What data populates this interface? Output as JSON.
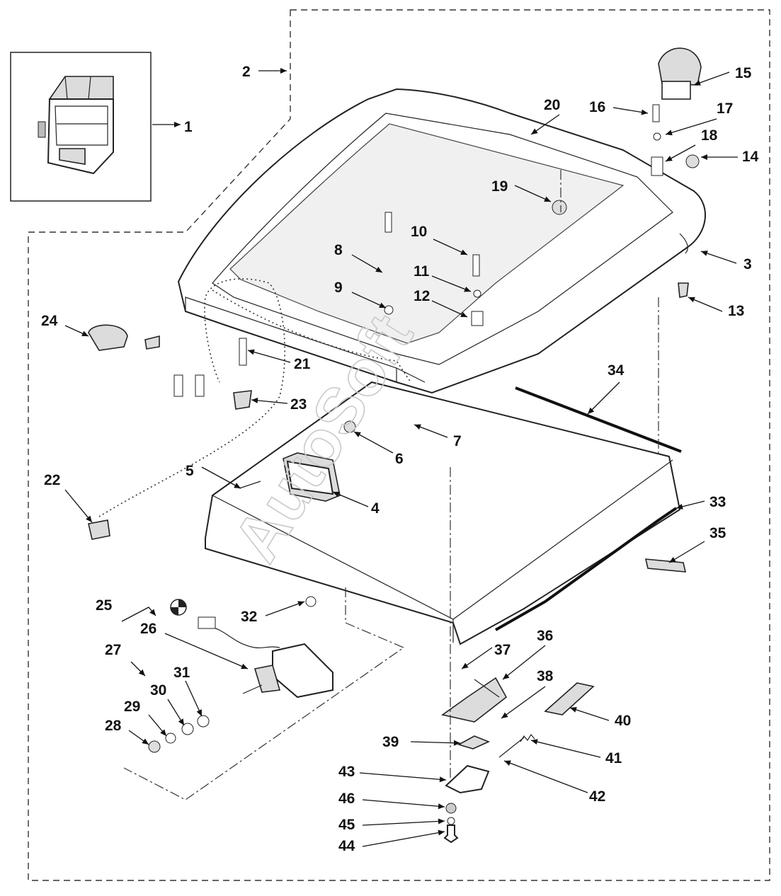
{
  "watermark": "AutoSoft",
  "callouts": [
    {
      "id": "c1",
      "label": "1"
    },
    {
      "id": "c2",
      "label": "2"
    },
    {
      "id": "c3",
      "label": "3"
    },
    {
      "id": "c4",
      "label": "4"
    },
    {
      "id": "c5",
      "label": "5"
    },
    {
      "id": "c6",
      "label": "6"
    },
    {
      "id": "c7",
      "label": "7"
    },
    {
      "id": "c8",
      "label": "8"
    },
    {
      "id": "c9",
      "label": "9"
    },
    {
      "id": "c10",
      "label": "10"
    },
    {
      "id": "c11",
      "label": "11"
    },
    {
      "id": "c12",
      "label": "12"
    },
    {
      "id": "c13",
      "label": "13"
    },
    {
      "id": "c14",
      "label": "14"
    },
    {
      "id": "c15",
      "label": "15"
    },
    {
      "id": "c16",
      "label": "16"
    },
    {
      "id": "c17",
      "label": "17"
    },
    {
      "id": "c18",
      "label": "18"
    },
    {
      "id": "c19",
      "label": "19"
    },
    {
      "id": "c20",
      "label": "20"
    },
    {
      "id": "c21",
      "label": "21"
    },
    {
      "id": "c22",
      "label": "22"
    },
    {
      "id": "c23",
      "label": "23"
    },
    {
      "id": "c24",
      "label": "24"
    },
    {
      "id": "c25",
      "label": "25"
    },
    {
      "id": "c26",
      "label": "26"
    },
    {
      "id": "c27",
      "label": "27"
    },
    {
      "id": "c28",
      "label": "28"
    },
    {
      "id": "c29",
      "label": "29"
    },
    {
      "id": "c30",
      "label": "30"
    },
    {
      "id": "c31",
      "label": "31"
    },
    {
      "id": "c32",
      "label": "32"
    },
    {
      "id": "c33",
      "label": "33"
    },
    {
      "id": "c34",
      "label": "34"
    },
    {
      "id": "c35",
      "label": "35"
    },
    {
      "id": "c36",
      "label": "36"
    },
    {
      "id": "c37",
      "label": "37"
    },
    {
      "id": "c38",
      "label": "38"
    },
    {
      "id": "c39",
      "label": "39"
    },
    {
      "id": "c40",
      "label": "40"
    },
    {
      "id": "c41",
      "label": "41"
    },
    {
      "id": "c42",
      "label": "42"
    },
    {
      "id": "c43",
      "label": "43"
    },
    {
      "id": "c44",
      "label": "44"
    },
    {
      "id": "c45",
      "label": "45"
    },
    {
      "id": "c46",
      "label": "46"
    }
  ]
}
